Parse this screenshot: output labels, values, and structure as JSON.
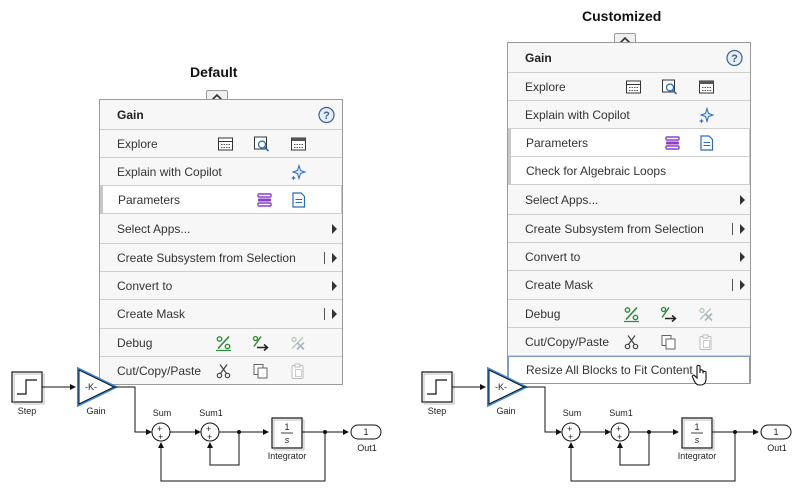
{
  "headings": {
    "default": "Default",
    "customized": "Customized"
  },
  "default_menu": {
    "title": "Gain",
    "items": [
      {
        "label": "Explore",
        "icons": [
          "table-icon",
          "zoom-icon",
          "grid-icon"
        ]
      },
      {
        "label": "Explain with Copilot",
        "icons": [
          "copilot-sparkle-icon"
        ]
      },
      {
        "label": "Parameters",
        "icons": [
          "parameters-icon",
          "document-icon"
        ]
      },
      {
        "label": "Select Apps...",
        "submenu": true
      },
      {
        "label": "Create Subsystem from Selection",
        "submenu": true,
        "split": true
      },
      {
        "label": "Convert to",
        "submenu": true
      },
      {
        "label": "Create Mask",
        "submenu": true,
        "split": true
      },
      {
        "label": "Debug",
        "icons": [
          "percent-icon",
          "step-icon",
          "disabled-icon"
        ]
      },
      {
        "label": "Cut/Copy/Paste",
        "icons": [
          "scissors-icon",
          "copy-icon",
          "paste-icon"
        ]
      }
    ]
  },
  "custom_menu": {
    "title": "Gain",
    "items": [
      {
        "label": "Explore"
      },
      {
        "label": "Explain with Copilot"
      },
      {
        "label": "Parameters"
      },
      {
        "label": "Check for Algebraic Loops"
      },
      {
        "label": "Select Apps..."
      },
      {
        "label": "Create Subsystem from Selection"
      },
      {
        "label": "Convert to"
      },
      {
        "label": "Create Mask"
      },
      {
        "label": "Debug"
      },
      {
        "label": "Cut/Copy/Paste"
      },
      {
        "label": "Resize All Blocks to Fit Content"
      }
    ]
  },
  "diagram": {
    "step_label": "Step",
    "gain_label": "Gain",
    "gain_value": "-K-",
    "sum_label": "Sum",
    "sum1_label": "Sum1",
    "integrator_label": "Integrator",
    "integrator_num": "1",
    "integrator_den": "s",
    "out_label": "Out1",
    "out_port": "1"
  },
  "colors": {
    "accent_blue": "#3a88d6",
    "icon_green": "#2e8b3a",
    "icon_purple": "#8a3fc8",
    "icon_blue": "#2b6cb0"
  }
}
